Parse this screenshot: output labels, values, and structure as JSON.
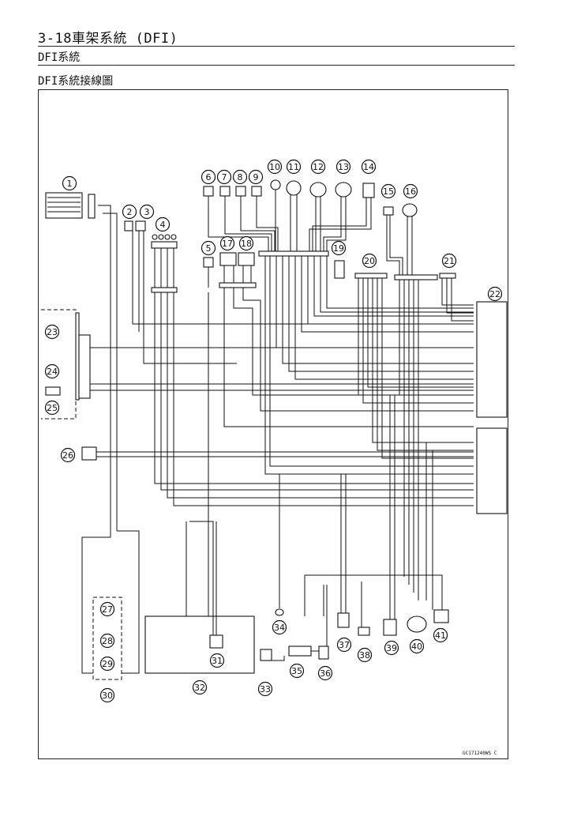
{
  "header": {
    "title": "3-18車架系統 (DFI)",
    "section": "DFI系統",
    "subtitle": "DFI系統接線圖"
  },
  "diagram": {
    "figure_code": "GC171240WS C",
    "callouts": [
      "1",
      "2",
      "3",
      "4",
      "5",
      "6",
      "7",
      "8",
      "9",
      "10",
      "11",
      "12",
      "13",
      "14",
      "15",
      "16",
      "17",
      "18",
      "19",
      "20",
      "21",
      "22",
      "23",
      "24",
      "25",
      "26",
      "27",
      "28",
      "29",
      "30",
      "31",
      "32",
      "33",
      "34",
      "35",
      "36",
      "37",
      "38",
      "39",
      "40",
      "41"
    ]
  }
}
